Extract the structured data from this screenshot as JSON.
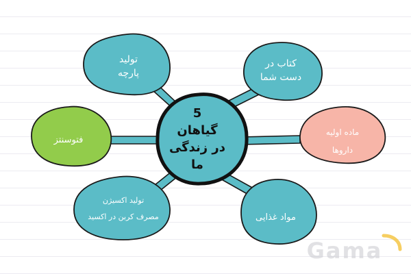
{
  "center": {
    "lines": [
      "5",
      "گیاهان",
      "در زندگی",
      "ما"
    ]
  },
  "nodes": {
    "textile": {
      "lines": [
        "تولید",
        "پارچه"
      ]
    },
    "books": {
      "lines": [
        "کتاب در",
        "دست شما"
      ]
    },
    "photosynthesis": {
      "lines": [
        "فتوسنتز"
      ]
    },
    "raw_materials": {
      "lines": [
        "ماده اولیه",
        "داروها"
      ]
    },
    "oxygen": {
      "lines": [
        "تولید اکسیژن",
        "مصرف کربن در اکسید"
      ]
    },
    "food": {
      "lines": [
        "مواد غذایی"
      ]
    }
  },
  "watermark": {
    "text": "Gama"
  },
  "colors": {
    "teal": "#5bbcc7",
    "green": "#92cc4b",
    "pink": "#f7b5a8",
    "outline": "#1a1a1a",
    "line_bg": "#ecebf1"
  }
}
